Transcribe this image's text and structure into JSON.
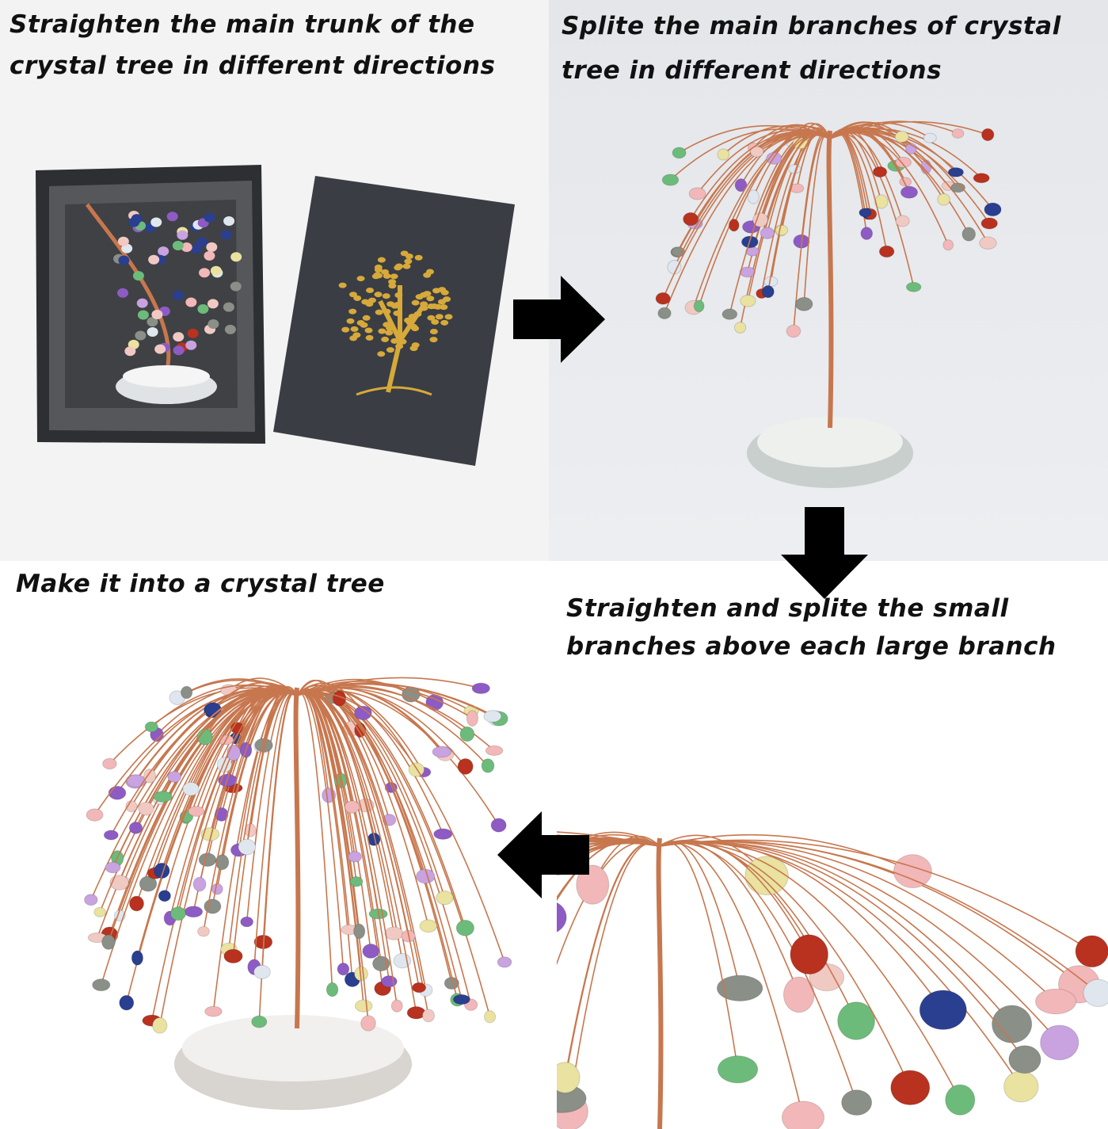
{
  "steps": [
    {
      "lines": [
        "Straighten the main trunk of the",
        "crystal tree in different directions"
      ]
    },
    {
      "lines": [
        "Splite the main branches of crystal",
        "tree in different directions"
      ]
    },
    {
      "lines": [
        "Make it into a crystal tree"
      ]
    },
    {
      "lines": [
        "Straighten and splite the small",
        "branches above each large branch"
      ]
    }
  ],
  "arrows": [
    {
      "direction": "right",
      "icon": "arrow-right-icon"
    },
    {
      "direction": "down",
      "icon": "arrow-down-icon"
    },
    {
      "direction": "left",
      "icon": "arrow-left-icon"
    }
  ],
  "colors": {
    "wire": "#c7774e",
    "box": "#3a3d42",
    "gold": "#d6a93a",
    "arrow": "#000000"
  }
}
